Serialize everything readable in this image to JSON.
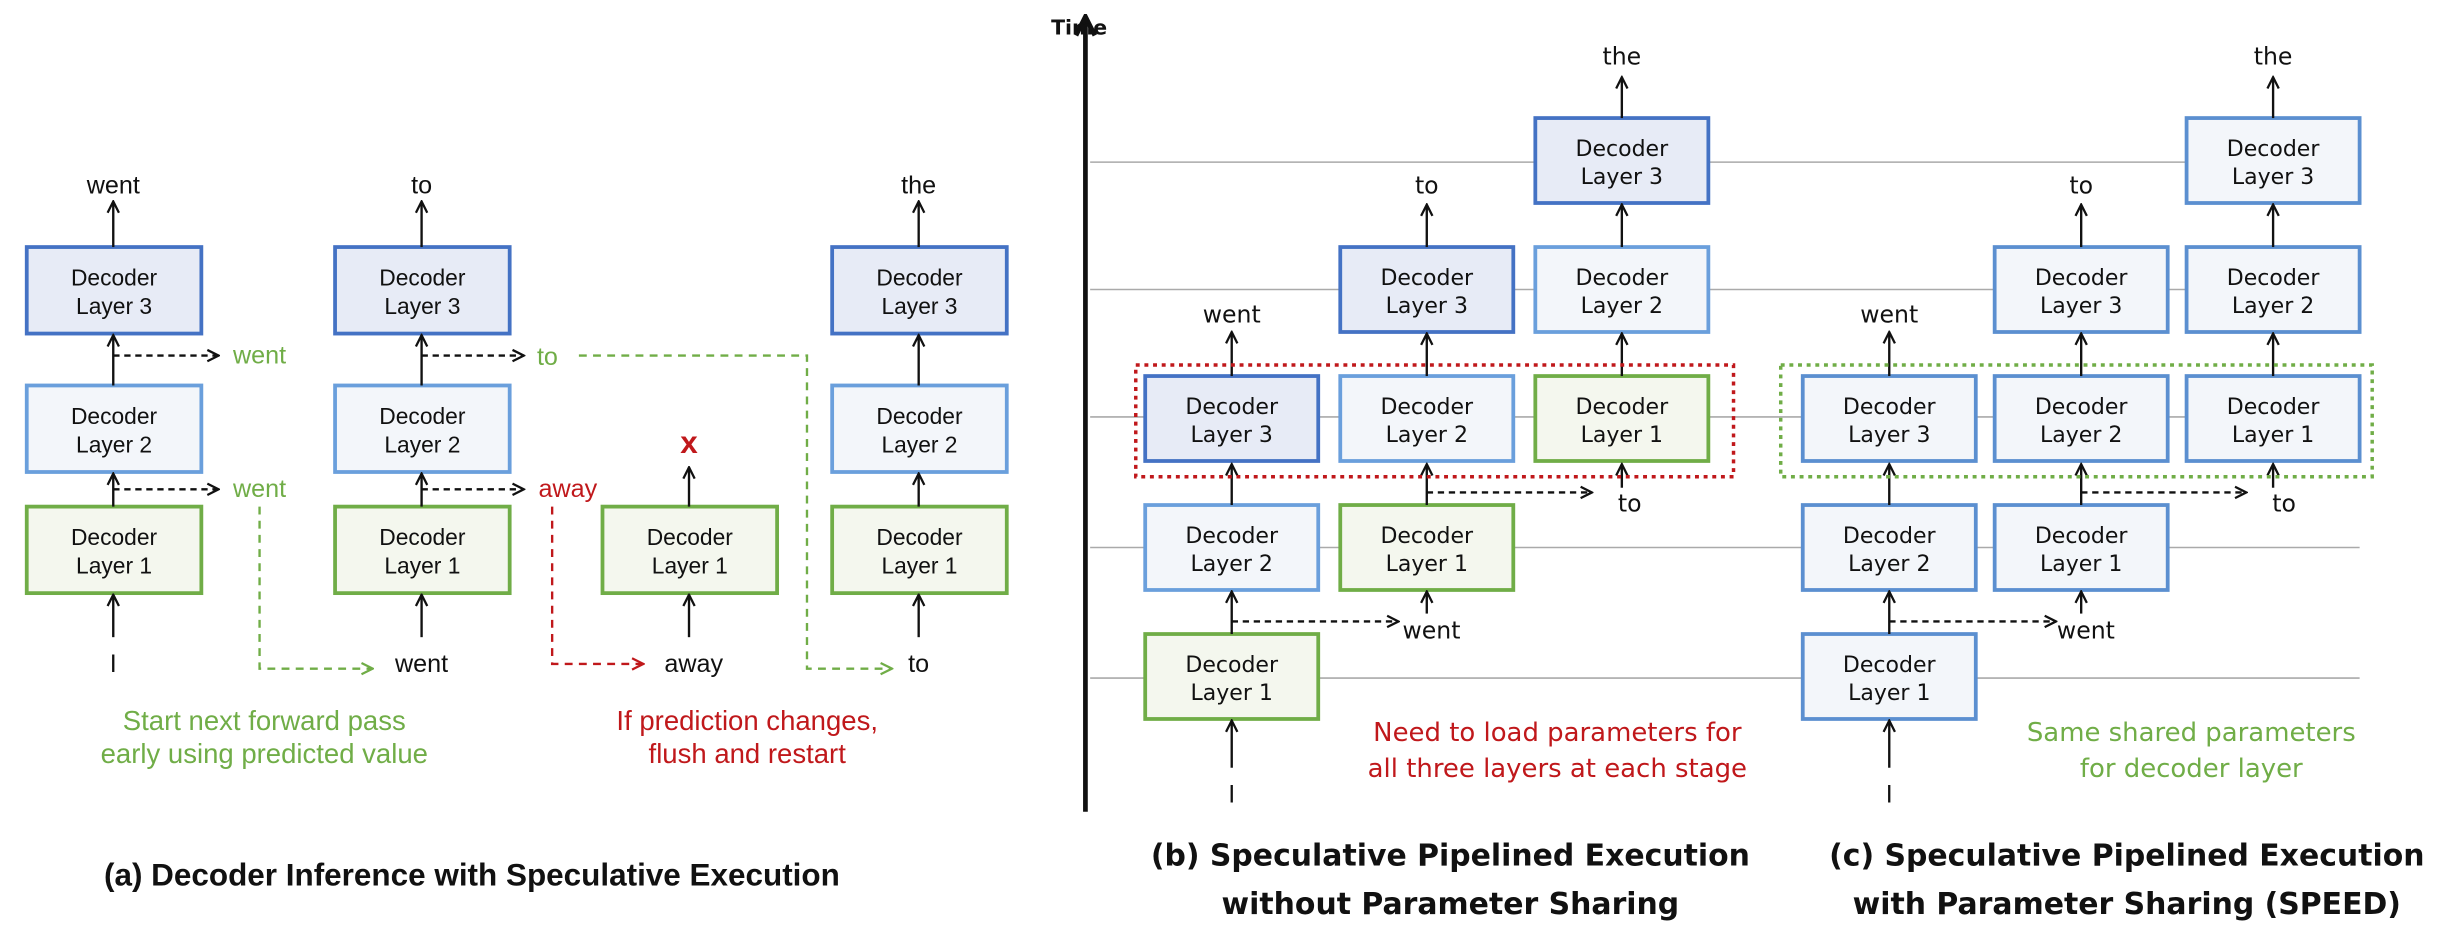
{
  "layers": {
    "decoder": "Decoder",
    "l1": "Layer 1",
    "l2": "Layer 2",
    "l3": "Layer 3"
  },
  "colors": {
    "layer1_stroke": "#70ad47",
    "layer1_fill": "#f4f7ee",
    "layer2_stroke": "#6a9fdc",
    "layer2_fill": "#f3f6fa",
    "layer3_stroke": "#4472c4",
    "layer3_fill": "#e7ebf6",
    "shared_stroke": "#5b8fd0",
    "shared_fill": "#f3f6fa",
    "green_text": "#70ad47",
    "red_text": "#c0181b"
  },
  "panel_a": {
    "title": "(a) Decoder Inference with Speculative Execution",
    "outputs": [
      "went",
      "to",
      "the"
    ],
    "inputs": [
      "I",
      "went",
      "away",
      "to"
    ],
    "spec_col1": [
      "went",
      "went"
    ],
    "spec_col2": [
      "to",
      "away"
    ],
    "reject": "x",
    "caption_green": [
      "Start next forward pass",
      "early using predicted value"
    ],
    "caption_red": [
      "If prediction changes,",
      "flush and restart"
    ]
  },
  "time_axis": {
    "label": "Time"
  },
  "panel_b": {
    "title": [
      "(b) Speculative Pipelined Execution",
      "without Parameter Sharing"
    ],
    "outputs": [
      "went",
      "to",
      "the"
    ],
    "inputs": [
      "I",
      "went",
      "to"
    ],
    "note": [
      "Need to load parameters for",
      "all three layers at each stage"
    ]
  },
  "panel_c": {
    "title": [
      "(c) Speculative Pipelined Execution",
      "with Parameter Sharing (SPEED)"
    ],
    "outputs": [
      "went",
      "to",
      "the"
    ],
    "inputs": [
      "I",
      "went",
      "to"
    ],
    "note": [
      "Same shared parameters",
      "for decoder layer"
    ]
  }
}
